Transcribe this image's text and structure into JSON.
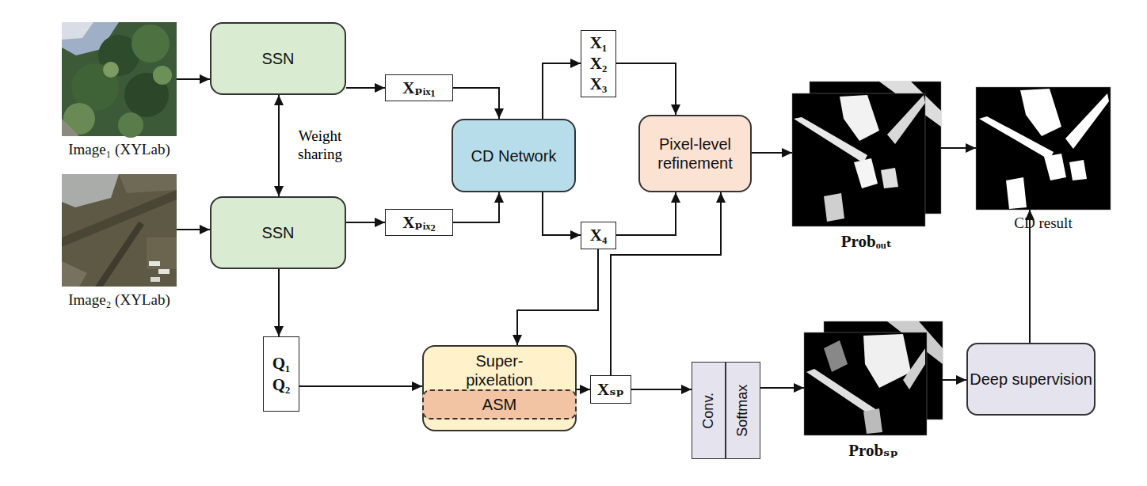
{
  "diagram": {
    "nodes": [
      {
        "text": [
          "Image₁ (XYLab)"
        ]
      },
      {
        "text": [
          "SSN"
        ]
      },
      {
        "text": [
          "Xₚᵢₓ₁"
        ]
      },
      {
        "text": [
          "CD Network"
        ]
      },
      {
        "text": [
          "X₁",
          "X₂",
          "X₃"
        ]
      },
      {
        "text": [
          "Pixel-level refinement"
        ]
      },
      {
        "text": [
          "Probₒᵤₜ"
        ]
      },
      {
        "text": [
          "CD result"
        ]
      },
      {
        "text": [
          "Image₂ (XYLab)"
        ]
      },
      {
        "text": [
          "SSN"
        ]
      },
      {
        "text": [
          "Xₚᵢₓ₂"
        ]
      },
      {
        "text": [
          "X₄"
        ]
      },
      {
        "text": [
          "Q₁",
          "Q₂"
        ]
      },
      {
        "text": [
          "Super-pixelation"
        ]
      },
      {
        "text": [
          "ASM"
        ],
        "in": 13
      },
      {
        "text": [
          "Xₛₚ"
        ]
      },
      {
        "text": [
          "Conv."
        ]
      },
      {
        "text": [
          "Softmax"
        ]
      },
      {
        "text": [
          "Probₛₚ"
        ]
      },
      {
        "text": [
          "Deep supervision"
        ]
      }
    ],
    "edges": [
      {
        "from": 0,
        "to": 1,
        "arrow": "to"
      },
      {
        "from": 8,
        "to": 9,
        "arrow": "to"
      },
      {
        "from": 1,
        "to": 9,
        "arrow": "both",
        "label": "Weight sharing"
      },
      {
        "from": 1,
        "to": 2,
        "arrow": "to"
      },
      {
        "from": 9,
        "to": 10,
        "arrow": "to"
      },
      {
        "from": 2,
        "to": 3,
        "arrow": "to"
      },
      {
        "from": 10,
        "to": 3,
        "arrow": "to"
      },
      {
        "from": 3,
        "to": 4,
        "arrow": "to"
      },
      {
        "from": 3,
        "to": 11,
        "arrow": "to"
      },
      {
        "from": 4,
        "to": 5,
        "arrow": "to"
      },
      {
        "from": 11,
        "to": 5,
        "arrow": "to"
      },
      {
        "from": 15,
        "to": 5,
        "arrow": "to"
      },
      {
        "from": 11,
        "to": 13,
        "arrow": "to"
      },
      {
        "from": 9,
        "to": 12,
        "arrow": "to"
      },
      {
        "from": 12,
        "to": 13,
        "arrow": "to"
      },
      {
        "from": 13,
        "to": 15,
        "arrow": "to"
      },
      {
        "from": 15,
        "to": 16,
        "arrow": "to"
      },
      {
        "from": 17,
        "to": 18,
        "arrow": "to"
      },
      {
        "from": 18,
        "to": 19,
        "arrow": "to"
      },
      {
        "from": 19,
        "to": 7,
        "arrow": "to"
      },
      {
        "from": 5,
        "to": 6,
        "arrow": "to"
      },
      {
        "from": 6,
        "to": 7,
        "arrow": "to"
      }
    ]
  }
}
